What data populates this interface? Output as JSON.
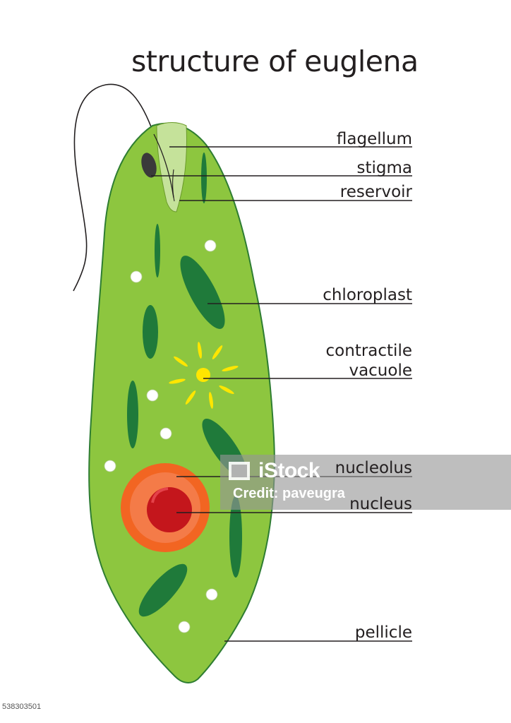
{
  "title": "structure of euglena",
  "labels": {
    "flagellum": "flagellum",
    "stigma": "stigma",
    "reservoir": "reservoir",
    "chloroplast": "chloroplast",
    "contractile_1": "contractile",
    "contractile_2": "vacuole",
    "nucleolus": "nucleolus",
    "nucleus": "nucleus",
    "pellicle": "pellicle"
  },
  "watermark": {
    "brand": "iStock",
    "credit": "Credit: paveugra"
  },
  "stock_id": "538303501",
  "colors": {
    "body_fill": "#8dc63f",
    "body_stroke": "#2e7d32",
    "reservoir_fill": "#c5e29a",
    "chloroplast": "#1f7a3a",
    "stigma": "#3a3a3a",
    "vacuole": "#ffe600",
    "nucleus_outer": "#f26522",
    "nucleolus": "#c4161c",
    "granule": "#ffffff",
    "line": "#231f20"
  }
}
